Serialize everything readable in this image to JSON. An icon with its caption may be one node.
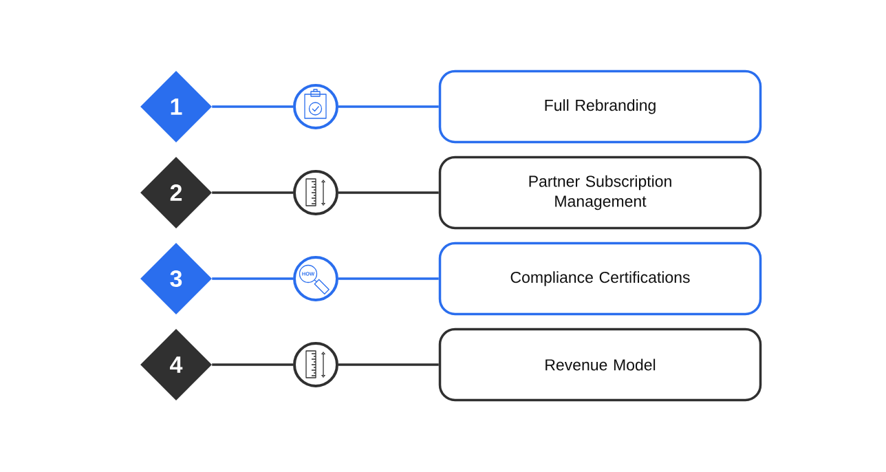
{
  "diagram": {
    "nodes": [
      {
        "text": [
          "1"
        ]
      },
      {
        "text": [],
        "shape": "circle"
      },
      {
        "text": [
          "Full Rebranding"
        ]
      },
      {
        "text": [
          "2"
        ]
      },
      {
        "text": [],
        "shape": "circle"
      },
      {
        "text": [
          "Partner Subscription Management"
        ]
      },
      {
        "text": [
          "3"
        ]
      },
      {
        "text": [],
        "shape": "circle"
      },
      {
        "text": [
          "Compliance Certifications"
        ]
      },
      {
        "text": [
          "4"
        ]
      },
      {
        "text": [],
        "shape": "circle"
      },
      {
        "text": [
          "Revenue Model"
        ]
      }
    ],
    "edges": [
      {
        "from": 0,
        "to": 1,
        "arrow": "none",
        "color": "#2a6eee"
      },
      {
        "from": 1,
        "to": 2,
        "arrow": "none",
        "color": "#2a6eee"
      },
      {
        "from": 3,
        "to": 4,
        "arrow": "none",
        "color": "#303030"
      },
      {
        "from": 4,
        "to": 5,
        "arrow": "none",
        "color": "#303030"
      },
      {
        "from": 6,
        "to": 7,
        "arrow": "none",
        "color": "#2a6eee"
      },
      {
        "from": 7,
        "to": 8,
        "arrow": "none",
        "color": "#2a6eee"
      },
      {
        "from": 9,
        "to": 10,
        "arrow": "none",
        "color": "#303030"
      },
      {
        "from": 10,
        "to": 11,
        "arrow": "none",
        "color": "#303030"
      }
    ],
    "labels": [
      "HOW"
    ]
  }
}
